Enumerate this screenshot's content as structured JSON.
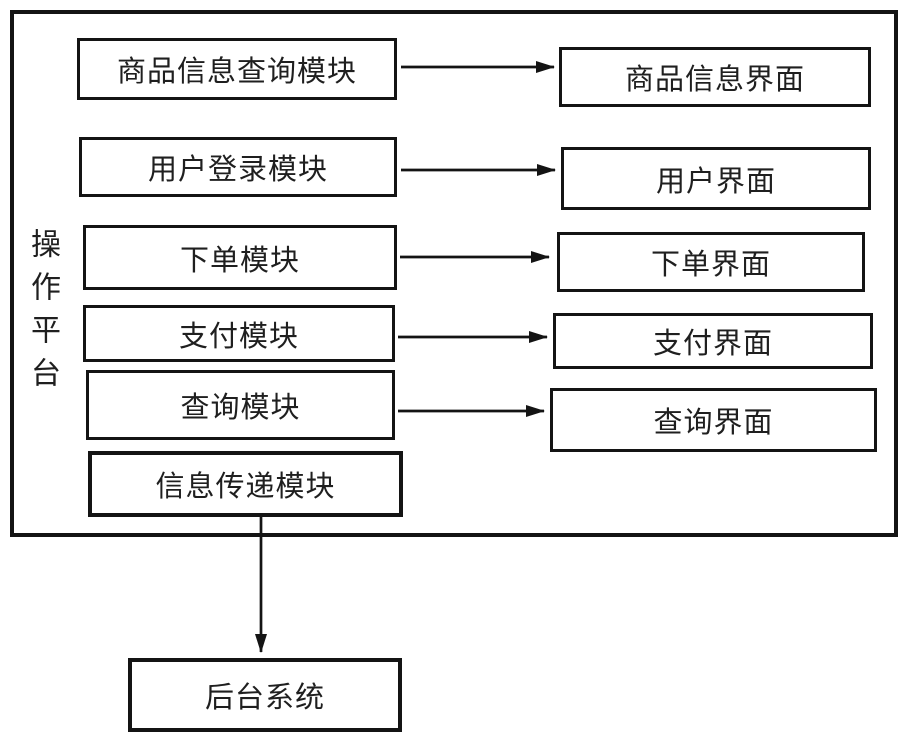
{
  "diagram": {
    "type": "flowchart",
    "platform": {
      "label": "操作平台"
    },
    "modules": [
      {
        "label": "商品信息查询模块"
      },
      {
        "label": "用户登录模块"
      },
      {
        "label": "下单模块"
      },
      {
        "label": "支付模块"
      },
      {
        "label": "查询模块"
      },
      {
        "label": "信息传递模块"
      }
    ],
    "interfaces": [
      {
        "label": "商品信息界面"
      },
      {
        "label": "用户界面"
      },
      {
        "label": "下单界面"
      },
      {
        "label": "支付界面"
      },
      {
        "label": "查询界面"
      }
    ],
    "backend": {
      "label": "后台系统"
    },
    "connections": [
      {
        "from": "商品信息查询模块",
        "to": "商品信息界面",
        "direction": "right"
      },
      {
        "from": "用户登录模块",
        "to": "用户界面",
        "direction": "right"
      },
      {
        "from": "下单模块",
        "to": "下单界面",
        "direction": "right"
      },
      {
        "from": "支付模块",
        "to": "支付界面",
        "direction": "right"
      },
      {
        "from": "查询模块",
        "to": "查询界面",
        "direction": "right"
      },
      {
        "from": "信息传递模块",
        "to": "后台系统",
        "direction": "down"
      }
    ],
    "colors": {
      "line": "#141414",
      "text": "#1f1f1f",
      "background": "#ffffff"
    }
  }
}
